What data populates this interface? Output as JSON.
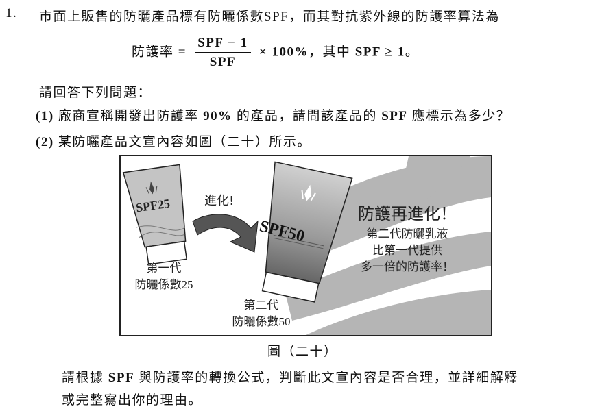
{
  "question": {
    "number": "1.",
    "intro": "市面上販售的防曬產品標有防曬係數SPF，而其對抗紫外線的防護率算法為",
    "formula": {
      "lhs": "防護率 =",
      "numerator": "SPF − 1",
      "denominator": "SPF",
      "rhs": "× 100%",
      "condition_prefix": "，其中",
      "condition": "SPF ≥ 1",
      "end": "。"
    },
    "prompt": "請回答下列問題：",
    "part1_label": "(1)",
    "part1_text_a": "廠商宣稱開發出防護率",
    "part1_value": "90%",
    "part1_text_b": "的產品，請問該產品的",
    "part1_spf": "SPF",
    "part1_text_c": "應標示為多少？",
    "part2_label": "(2)",
    "part2_text": "某防曬產品文宣內容如圖（二十）所示。",
    "followup_a": "請根據",
    "followup_spf": "SPF",
    "followup_b": "與防護率的轉換公式，判斷此文宣內容是否合理，並詳細解釋",
    "followup_line2": "或完整寫出你的理由。"
  },
  "figure": {
    "caption": "圖（二十）",
    "tube1_label": "SPF25",
    "tube2_label": "SPF50",
    "arrow_label": "進化!",
    "gen1_line1": "第一代",
    "gen1_line2": "防曬係數25",
    "gen2_line1": "第二代",
    "gen2_line2": "防曬係數50",
    "headline": "防護再進化！",
    "body_line1": "第二代防曬乳液",
    "body_line2": "比第一代提供",
    "body_line3": "多一倍的防護率！"
  }
}
